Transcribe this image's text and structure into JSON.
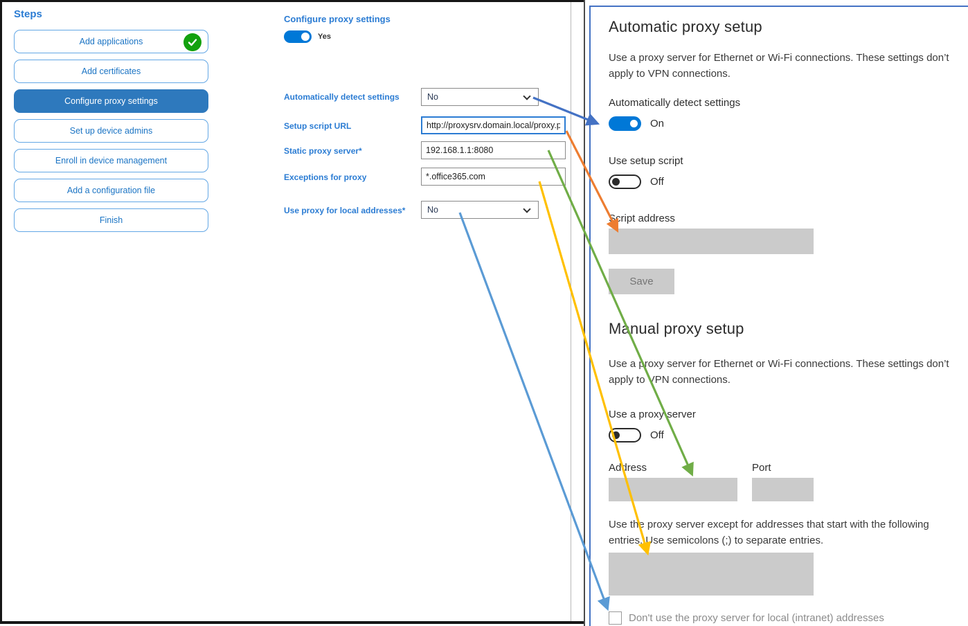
{
  "steps": {
    "title": "Steps",
    "items": [
      {
        "label": "Add applications",
        "completed": true,
        "selected": false
      },
      {
        "label": "Add certificates",
        "completed": false,
        "selected": false
      },
      {
        "label": "Configure proxy settings",
        "completed": false,
        "selected": true
      },
      {
        "label": "Set up device admins",
        "completed": false,
        "selected": false
      },
      {
        "label": "Enroll in device management",
        "completed": false,
        "selected": false
      },
      {
        "label": "Add a configuration file",
        "completed": false,
        "selected": false
      },
      {
        "label": "Finish",
        "completed": false,
        "selected": false
      }
    ]
  },
  "form": {
    "title": "Configure proxy settings",
    "toggle_value": "Yes",
    "fields": [
      {
        "label": "Automatically detect settings",
        "type": "select",
        "value": "No"
      },
      {
        "label": "Setup script URL",
        "type": "text",
        "value": "http://proxysrv.domain.local/proxy.pa",
        "focused": true
      },
      {
        "label": "Static proxy server*",
        "type": "text",
        "value": "192.168.1.1:8080"
      },
      {
        "label": "Exceptions for proxy",
        "type": "text",
        "value": "*.office365.com"
      },
      {
        "label": "Use proxy for local addresses*",
        "type": "select",
        "value": "No"
      }
    ]
  },
  "settings": {
    "automatic": {
      "heading": "Automatic proxy setup",
      "description": "Use a proxy server for Ethernet or Wi-Fi connections. These settings don’t apply to VPN connections.",
      "detect_label": "Automatically detect settings",
      "detect_state": "On",
      "script_label": "Use setup script",
      "script_state": "Off",
      "script_address_label": "Script address",
      "save_label": "Save"
    },
    "manual": {
      "heading": "Manual proxy setup",
      "description": "Use a proxy server for Ethernet or Wi-Fi connections. These settings don’t apply to VPN connections.",
      "proxy_label": "Use a proxy server",
      "proxy_state": "Off",
      "address_label": "Address",
      "port_label": "Port",
      "exceptions_description": "Use the proxy server except for addresses that start with the following entries. Use semicolons (;) to separate entries.",
      "checkbox_label": "Don't use the proxy server for local (intranet) addresses"
    }
  },
  "arrows": [
    {
      "name": "detect-settings-mapping",
      "color": "#4472C4"
    },
    {
      "name": "setup-script-mapping",
      "color": "#ED7D31"
    },
    {
      "name": "static-proxy-mapping",
      "color": "#70AD47"
    },
    {
      "name": "exceptions-mapping",
      "color": "#FFC000"
    },
    {
      "name": "local-addresses-mapping",
      "color": "#5B9BD5"
    }
  ],
  "colors": {
    "accent_blue": "#0078d7",
    "label_blue": "#2b7cd3",
    "selected_step": "#2e79bd",
    "panel_border": "#4472c4",
    "completed_green": "#13a10e",
    "disabled_gray": "#cbcbcb"
  }
}
